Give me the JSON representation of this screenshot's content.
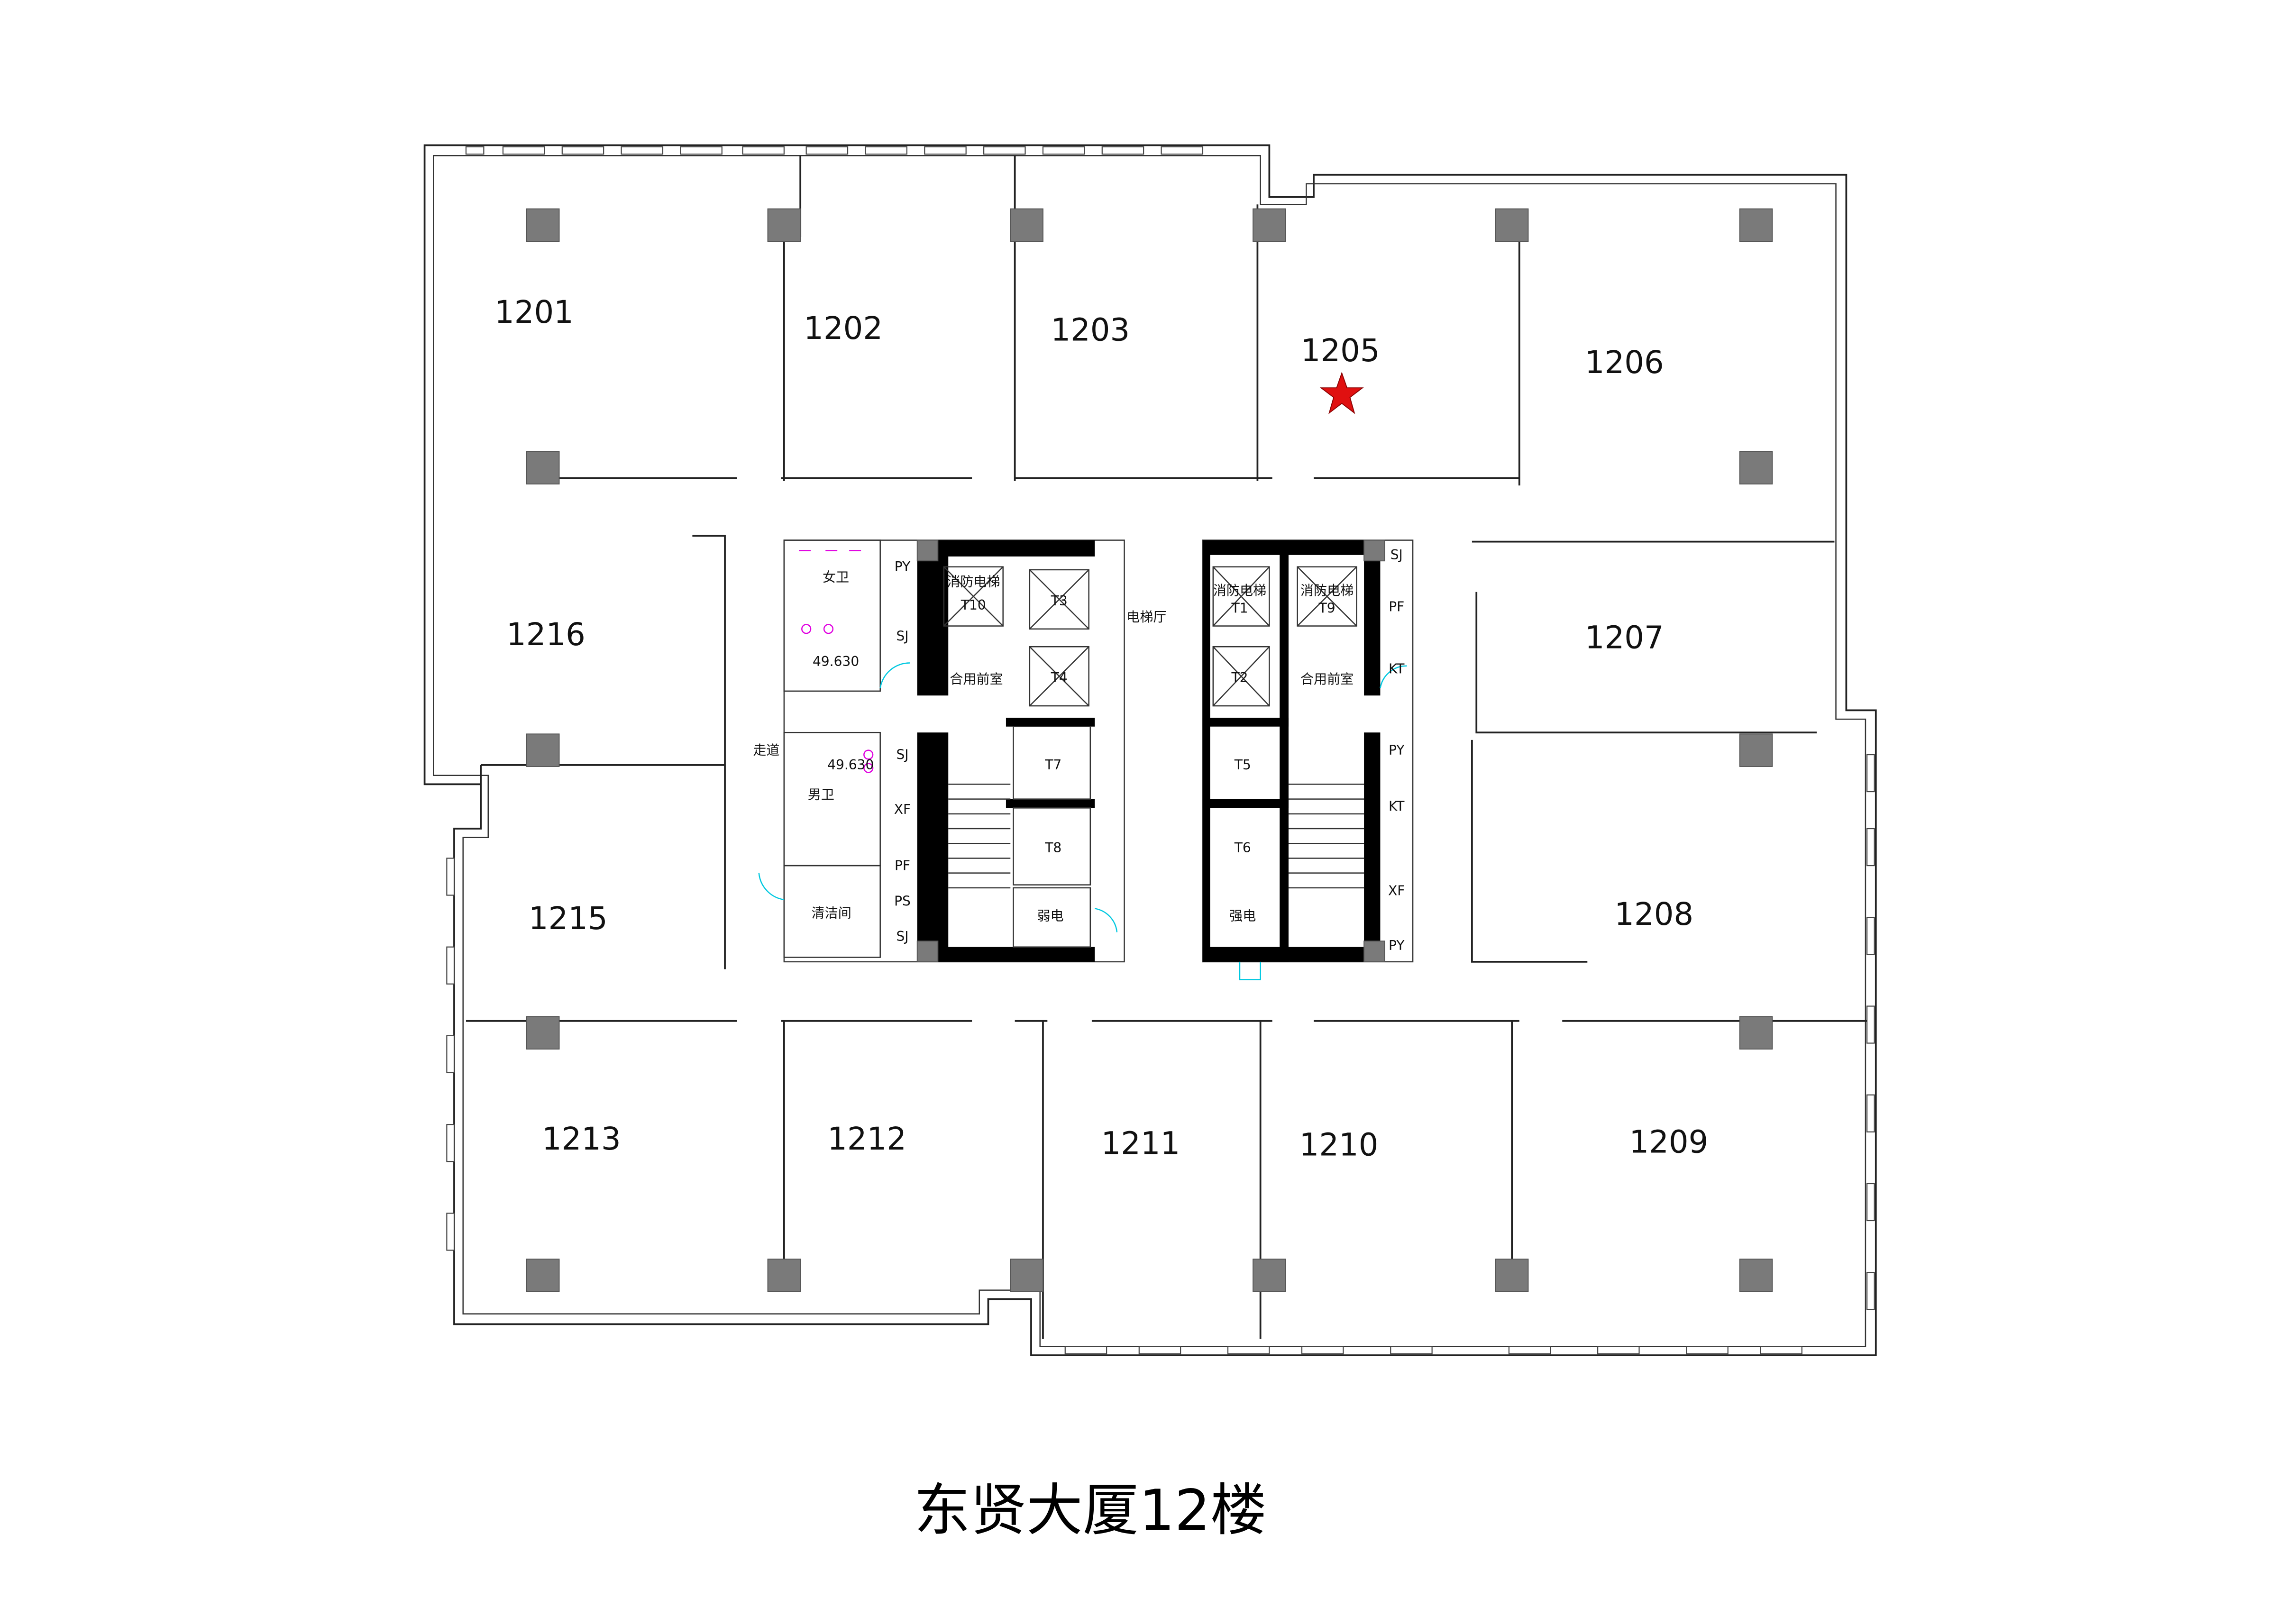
{
  "title": "东贤大厦12楼",
  "marker": {
    "room": "1205",
    "icon": "star-icon",
    "color": "#e01010"
  },
  "rooms": {
    "r1201": "1201",
    "r1202": "1202",
    "r1203": "1203",
    "r1205": "1205",
    "r1206": "1206",
    "r1207": "1207",
    "r1208": "1208",
    "r1209": "1209",
    "r1210": "1210",
    "r1211": "1211",
    "r1212": "1212",
    "r1213": "1213",
    "r1215": "1215",
    "r1216": "1216"
  },
  "core_left": {
    "py": "PY",
    "sj1": "SJ",
    "sj2": "SJ",
    "xf": "XF",
    "pf": "PF",
    "ps": "PS",
    "sj3": "SJ",
    "t10": "T10",
    "t3": "T3",
    "t4": "T4",
    "t7": "T7",
    "t8": "T8",
    "fire_lift": "消防电梯",
    "lobby": "合用前室",
    "female_wc": "女卫",
    "male_wc": "男卫",
    "level1": "49.630",
    "level2": "49.630",
    "cleaning": "清洁间",
    "weak": "弱电",
    "corridor": "走道",
    "elevator_hall": "电梯厅"
  },
  "core_right": {
    "t1": "T1",
    "t9": "T9",
    "t2": "T2",
    "t5": "T5",
    "t6": "T6",
    "fire_lift1": "消防电梯",
    "fire_lift2": "消防电梯",
    "lobby": "合用前室",
    "strong": "强电",
    "sj": "SJ",
    "pf": "PF",
    "kt1": "KT",
    "kt2": "KT",
    "py1": "PY",
    "xf": "XF",
    "py2": "PY"
  },
  "colors": {
    "wall": "#222222",
    "column": "#7a7a7a",
    "door": "#00c8e0",
    "fixture": "#e000e0"
  }
}
